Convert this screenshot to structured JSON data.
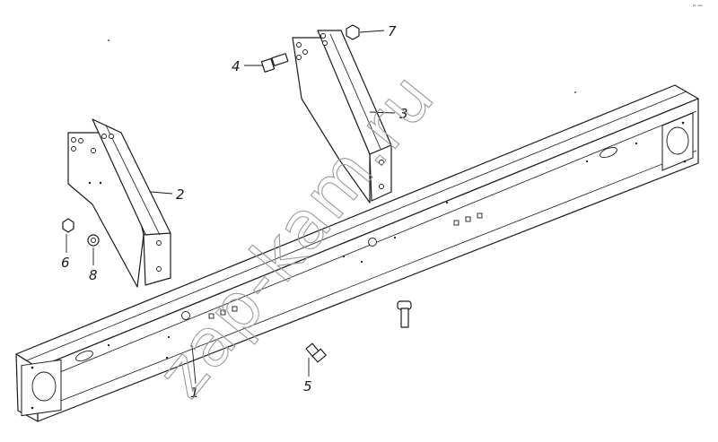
{
  "diagram": {
    "watermark": "zap-kam.ru",
    "corner_mark": "ᵖᵗ ᵒᵒᵒ",
    "callouts": [
      {
        "id": "1",
        "text": "1"
      },
      {
        "id": "2",
        "text": "2"
      },
      {
        "id": "3",
        "text": "3"
      },
      {
        "id": "4",
        "text": "4"
      },
      {
        "id": "5",
        "text": "5"
      },
      {
        "id": "6",
        "text": "6"
      },
      {
        "id": "7",
        "text": "7"
      },
      {
        "id": "8",
        "text": "8"
      }
    ]
  }
}
